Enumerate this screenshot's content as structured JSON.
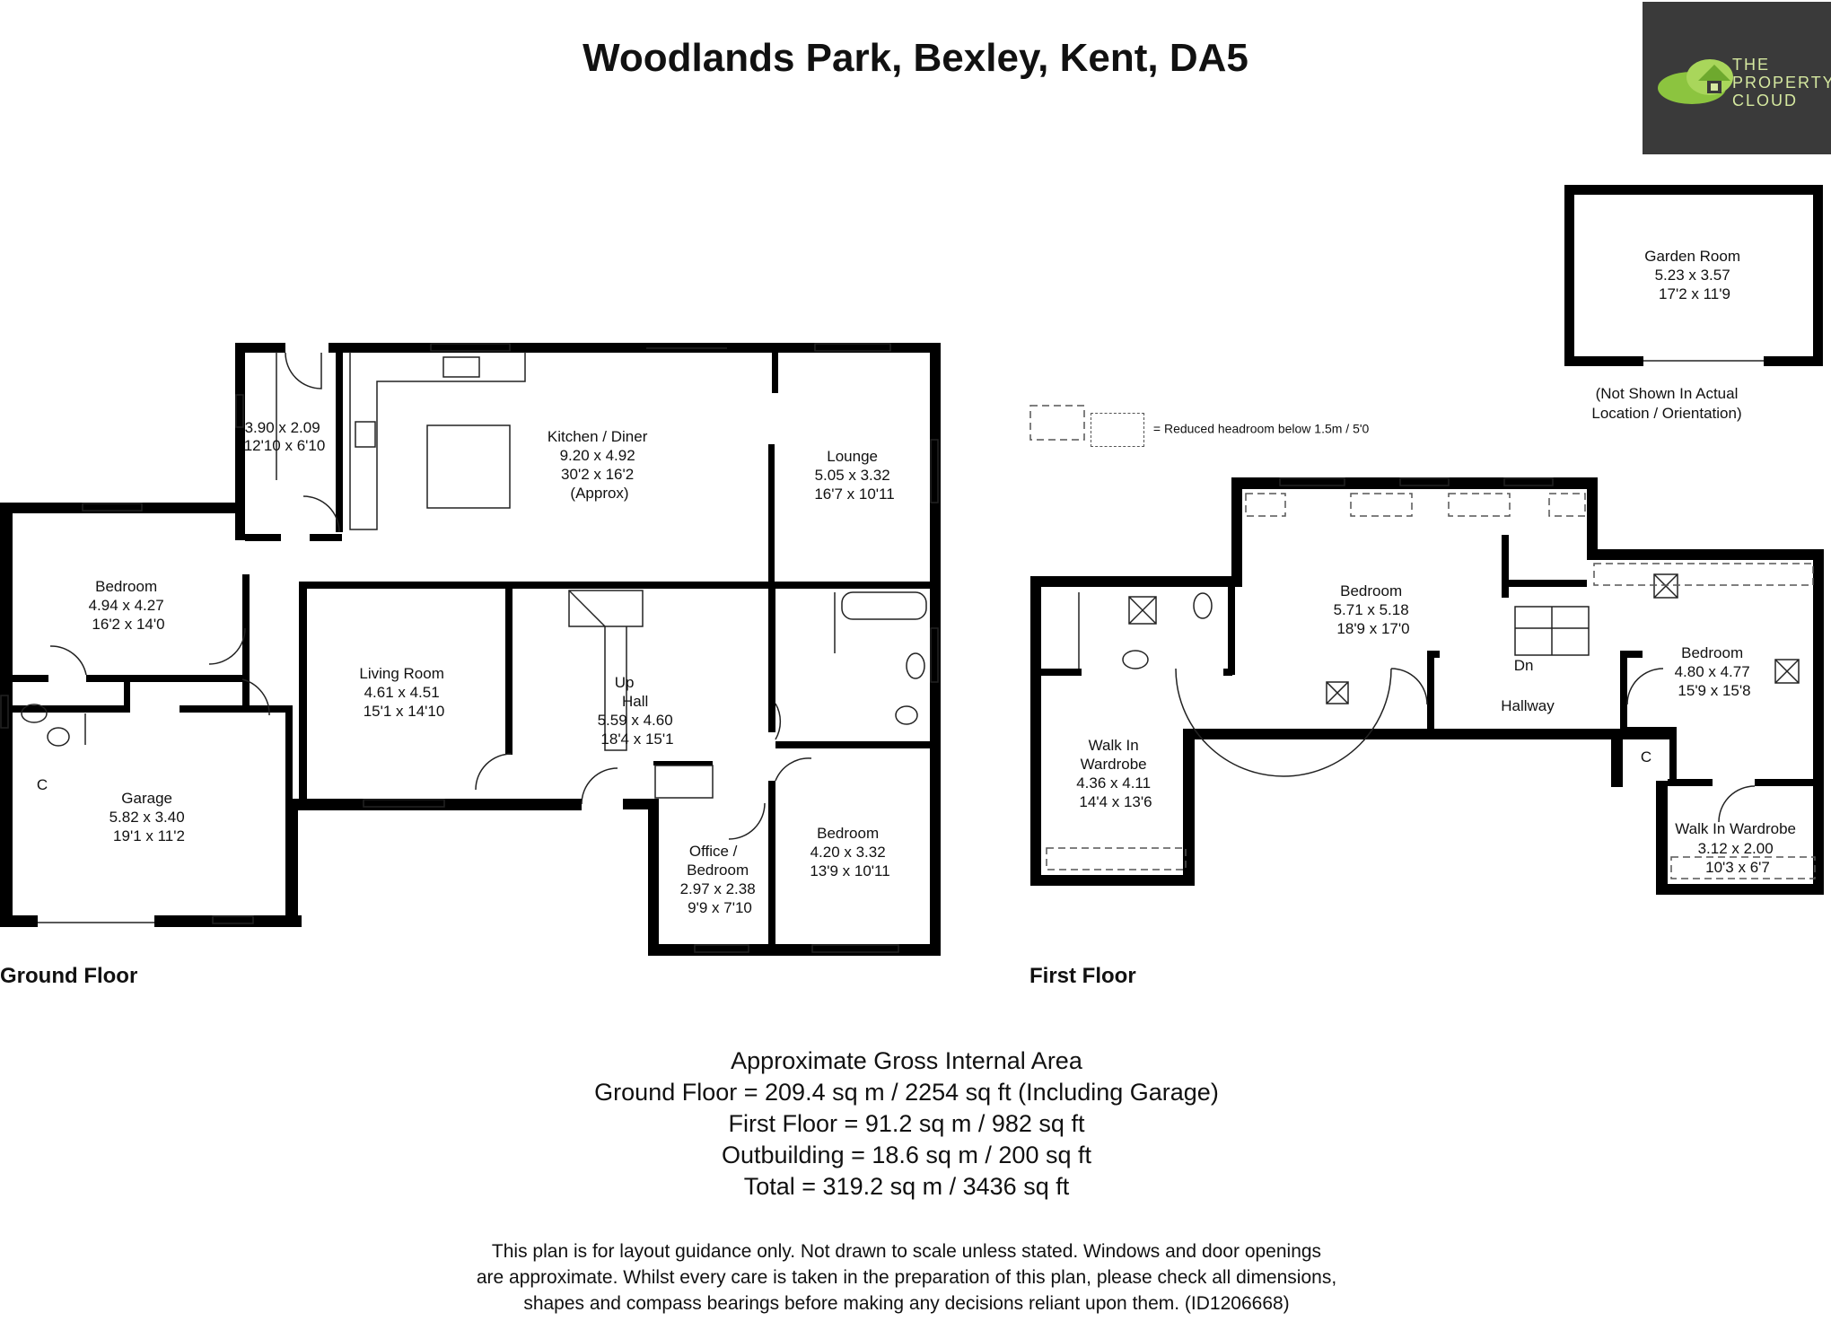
{
  "title": "Woodlands Park, Bexley, Kent, DA5",
  "logo": {
    "line1": "THE",
    "line2": "PROPERTY",
    "line3": "CLOUD",
    "icon": "house-cloud-icon"
  },
  "floors": {
    "ground": "Ground Floor",
    "first": "First Floor"
  },
  "legend": {
    "text": "= Reduced headroom below 1.5m / 5'0"
  },
  "outbuilding_note": {
    "line1": "(Not Shown In Actual",
    "line2": "Location / Orientation)"
  },
  "rooms": {
    "utility": [
      "3.90 x 2.09",
      "12'10 x 6'10"
    ],
    "kitchen": [
      "Kitchen / Diner",
      "9.20 x 4.92",
      "30'2 x 16'2",
      "(Approx)"
    ],
    "lounge": [
      "Lounge",
      "5.05 x 3.32",
      "16'7 x 10'11"
    ],
    "bedroom_gf": [
      "Bedroom",
      "4.94 x 4.27",
      "16'2 x 14'0"
    ],
    "living": [
      "Living Room",
      "4.61 x 4.51",
      "15'1 x 14'10"
    ],
    "hall": [
      "Up",
      "Hall",
      "5.59 x 4.60",
      "18'4 x 15'1"
    ],
    "garage": [
      "Garage",
      "5.82 x 3.40",
      "19'1 x 11'2"
    ],
    "cupboard_gf": [
      "C"
    ],
    "office": [
      "Office /",
      "Bedroom",
      "2.97 x 2.38",
      "9'9 x 7'10"
    ],
    "bedroom_gf2": [
      "Bedroom",
      "4.20 x 3.32",
      "13'9 x 10'11"
    ],
    "garden_room": [
      "Garden Room",
      "5.23 x 3.57",
      "17'2 x 11'9"
    ],
    "bedroom_ff1": [
      "Bedroom",
      "5.71 x 5.18",
      "18'9 x 17'0"
    ],
    "bedroom_ff2": [
      "Bedroom",
      "4.80 x 4.77",
      "15'9 x 15'8"
    ],
    "hallway": [
      "Dn",
      "Hallway"
    ],
    "walkin1": [
      "Walk In",
      "Wardrobe",
      "4.36 x 4.11",
      "14'4 x 13'6"
    ],
    "cupboard_ff": [
      "C"
    ],
    "walkin2": [
      "Walk In Wardrobe",
      "3.12 x 2.00",
      "10'3 x 6'7"
    ]
  },
  "area": {
    "heading": "Approximate Gross Internal Area",
    "ground": "Ground Floor = 209.4 sq m / 2254 sq ft (Including Garage)",
    "first": "First Floor = 91.2 sq m / 982 sq ft",
    "outbuilding": "Outbuilding = 18.6 sq m / 200 sq ft",
    "total": "Total = 319.2 sq m / 3436 sq ft"
  },
  "disclaimer": [
    "This plan is for layout guidance only. Not drawn to scale unless stated. Windows and door openings",
    "are approximate. Whilst every care is taken in the preparation of this plan, please check all dimensions,",
    "shapes and compass bearings before making any decisions reliant upon them. (ID1206668)"
  ]
}
